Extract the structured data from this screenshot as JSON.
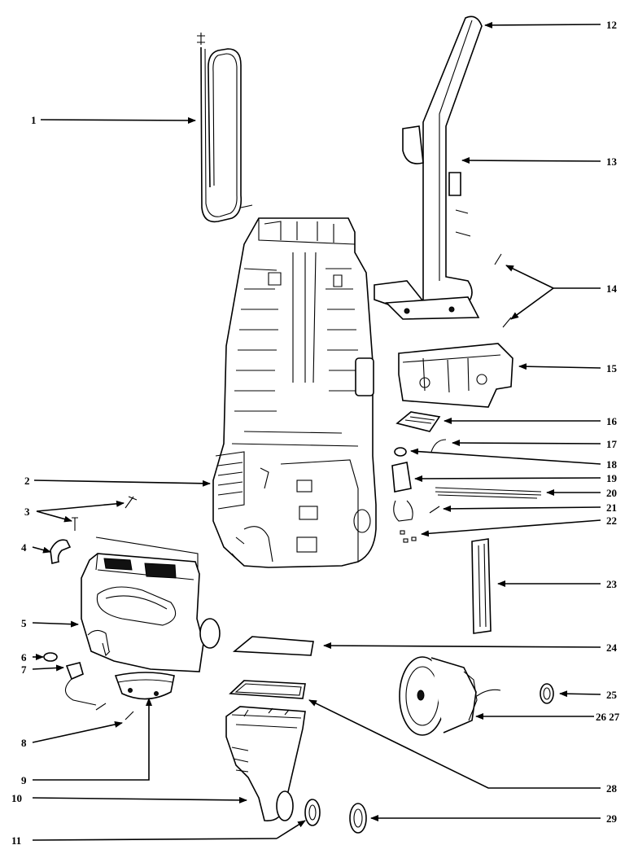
{
  "callouts": [
    {
      "id": "1",
      "label": "1"
    },
    {
      "id": "2",
      "label": "2"
    },
    {
      "id": "3",
      "label": "3"
    },
    {
      "id": "4",
      "label": "4"
    },
    {
      "id": "5",
      "label": "5"
    },
    {
      "id": "6",
      "label": "6"
    },
    {
      "id": "7",
      "label": "7"
    },
    {
      "id": "8",
      "label": "8"
    },
    {
      "id": "9",
      "label": "9"
    },
    {
      "id": "10",
      "label": "10"
    },
    {
      "id": "11",
      "label": "11"
    },
    {
      "id": "12",
      "label": "12"
    },
    {
      "id": "13",
      "label": "13"
    },
    {
      "id": "14",
      "label": "14"
    },
    {
      "id": "15",
      "label": "15"
    },
    {
      "id": "16",
      "label": "16"
    },
    {
      "id": "17",
      "label": "17"
    },
    {
      "id": "18",
      "label": "18"
    },
    {
      "id": "19",
      "label": "19"
    },
    {
      "id": "20",
      "label": "20"
    },
    {
      "id": "21",
      "label": "21"
    },
    {
      "id": "22",
      "label": "22"
    },
    {
      "id": "23",
      "label": "23"
    },
    {
      "id": "24",
      "label": "24"
    },
    {
      "id": "25",
      "label": "25"
    },
    {
      "id": "26",
      "label": "26 27"
    },
    {
      "id": "28",
      "label": "28"
    },
    {
      "id": "29",
      "label": "29"
    }
  ]
}
